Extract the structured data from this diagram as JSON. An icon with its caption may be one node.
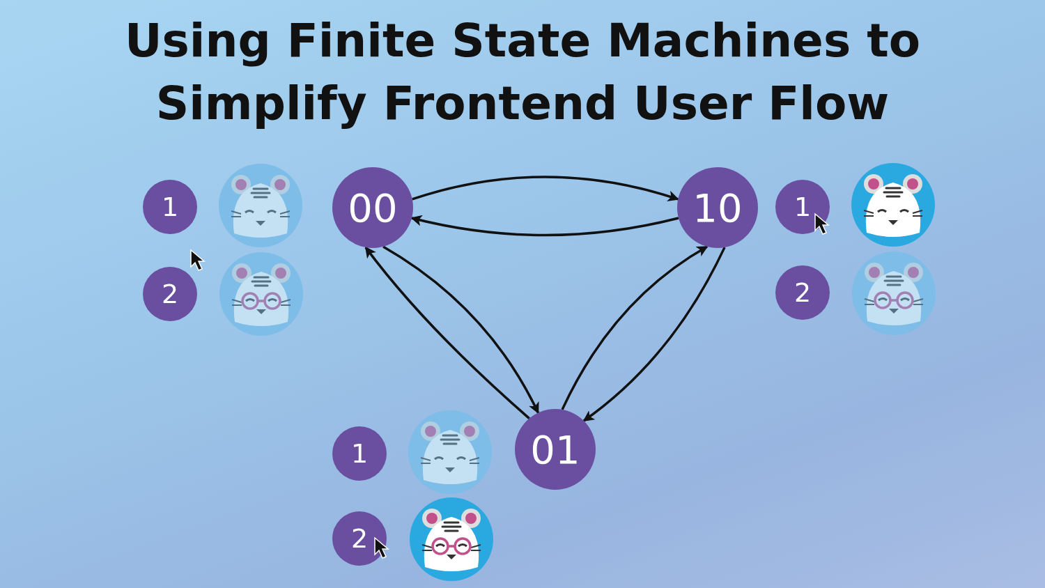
{
  "diagram": {
    "title": "Using Finite State Machines to Simplify Frontend User Flow",
    "nodes": [
      {
        "text": [
          "1"
        ]
      },
      {
        "text": [],
        "shape": "picture"
      },
      {
        "text": [
          "00"
        ]
      },
      {
        "text": [
          "10"
        ]
      },
      {
        "text": [
          "1"
        ]
      },
      {
        "text": [],
        "shape": "picture"
      },
      {
        "text": [
          "2"
        ]
      },
      {
        "text": [],
        "shape": "picture"
      },
      {
        "text": [
          "2"
        ]
      },
      {
        "text": [],
        "shape": "picture"
      },
      {
        "text": [
          "1"
        ]
      },
      {
        "text": [],
        "shape": "picture"
      },
      {
        "text": [
          "01"
        ]
      },
      {
        "text": [
          "2"
        ]
      },
      {
        "text": [],
        "shape": "picture"
      }
    ],
    "edges": [
      {
        "from": 2,
        "to": 3,
        "arrow": "to"
      },
      {
        "from": 3,
        "to": 2,
        "arrow": "to"
      },
      {
        "from": 2,
        "to": 12,
        "arrow": "to"
      },
      {
        "from": 12,
        "to": 2,
        "arrow": "to"
      },
      {
        "from": 12,
        "to": 3,
        "arrow": "to"
      },
      {
        "from": 3,
        "to": 12,
        "arrow": "to"
      }
    ]
  }
}
